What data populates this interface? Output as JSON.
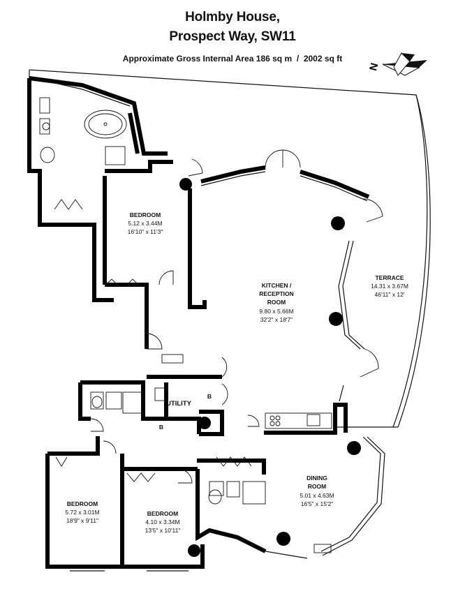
{
  "header": {
    "title_line1": "Holmby House,",
    "title_line2": "Prospect Way, SW11",
    "area_label": "Approximate Gross Internal Area",
    "area_sqm": "186 sq m",
    "separator": "/",
    "area_sqft": "2002 sq ft"
  },
  "compass": {
    "letter": "N"
  },
  "rooms": {
    "bedroom_top": {
      "name": "BEDROOM",
      "metric": "5.12 x 3.44M",
      "imperial": "16'10\" x 11'3\""
    },
    "kitchen": {
      "name_line1": "KITCHEN /",
      "name_line2": "RECEPTION",
      "name_line3": "ROOM",
      "metric": "9.80 x 5.66M",
      "imperial": "32'2\" x 18'7\""
    },
    "terrace": {
      "name": "TERRACE",
      "metric": "14.31 x 3.67M",
      "imperial": "46'11\" x 12'"
    },
    "utility": {
      "name": "UTILITY"
    },
    "boiler1": {
      "name": "B"
    },
    "boiler2": {
      "name": "B"
    },
    "dining": {
      "name_line1": "DINING",
      "name_line2": "ROOM",
      "metric": "5.01 x 4.63M",
      "imperial": "16'5\" x 15'2\""
    },
    "bedroom_left": {
      "name": "BEDROOM",
      "metric": "5.72 x 3.01M",
      "imperial": "18'9\" x 9'11\""
    },
    "bedroom_mid": {
      "name": "BEDROOM",
      "metric": "4.10 x 3.34M",
      "imperial": "13'5\" x 10'11\""
    }
  },
  "colors": {
    "wall": "#000000",
    "line": "#111111",
    "background": "#ffffff"
  }
}
